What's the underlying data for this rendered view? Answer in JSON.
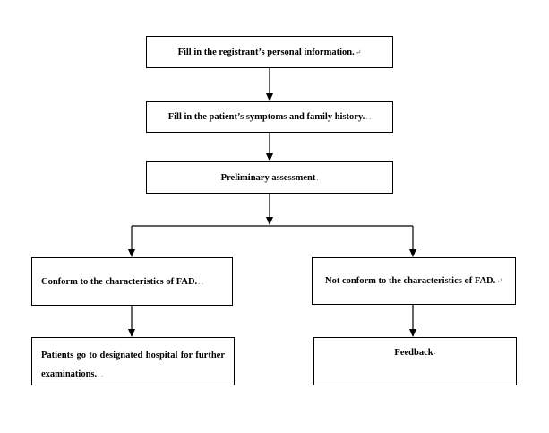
{
  "nodes": {
    "registrant": {
      "label": "Fill in the registrant’s personal information.",
      "mark": "↵"
    },
    "symptoms": {
      "label": "Fill in the patient’s symptoms and family history.",
      "mark": ". ."
    },
    "assessment": {
      "label": "Preliminary assessment",
      "mark": "."
    },
    "conform": {
      "label": "Conform to the characteristics of FAD.",
      "mark": ". ."
    },
    "not_conform": {
      "label": "Not conform to the characteristics of FAD.",
      "mark": "↵"
    },
    "hospital": {
      "label": "Patients go to designated hospital for further examinations.",
      "mark": ". ."
    },
    "feedback": {
      "label": "Feedback",
      "mark": "."
    }
  },
  "colors": {
    "line": "#000000",
    "box_border": "#000000",
    "background": "#ffffff"
  }
}
